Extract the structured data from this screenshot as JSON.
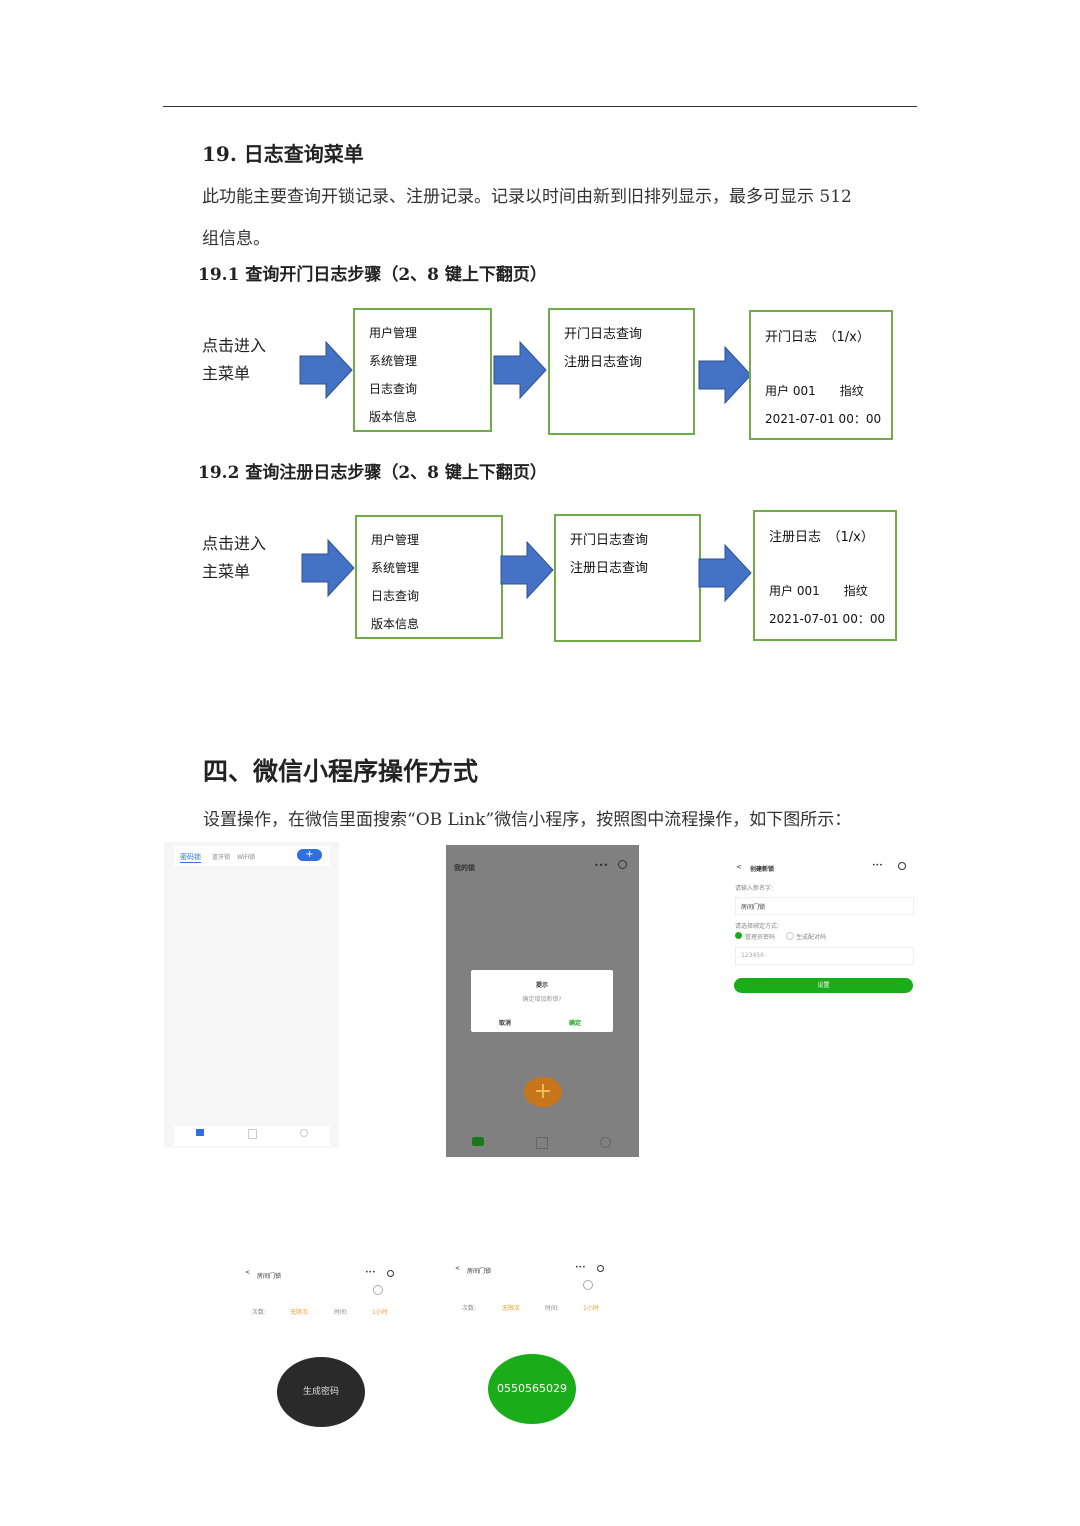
{
  "section19": {
    "title": "19. 日志查询菜单",
    "desc_line1": "此功能主要查询开锁记录、注册记录。记录以时间由新到旧排列显示，最多可显示 512",
    "desc_line2": "组信息。",
    "sub1": {
      "title": "19.1 查询开门日志步骤（2、8 键上下翻页）",
      "start_line1": "点击进入",
      "start_line2": "主菜单",
      "menu": [
        "用户管理",
        "系统管理",
        "日志查询",
        "版本信息"
      ],
      "logs": [
        "开门日志查询",
        "注册日志查询"
      ],
      "result": {
        "title": "开门日志　（1/x）",
        "user": "用户 001　　指纹",
        "time": "2021-07-01 00：00"
      }
    },
    "sub2": {
      "title": "19.2 查询注册日志步骤（2、8 键上下翻页）",
      "start_line1": "点击进入",
      "start_line2": "主菜单",
      "menu": [
        "用户管理",
        "系统管理",
        "日志查询",
        "版本信息"
      ],
      "logs": [
        "开门日志查询",
        "注册日志查询"
      ],
      "result": {
        "title": "注册日志　（1/x）",
        "user": "用户 001　　指纹",
        "time": "2021-07-01 00：00"
      }
    }
  },
  "section4": {
    "title": "四、微信小程序操作方式",
    "desc": "设置操作，在微信里面搜索“OB Link”微信小程序，按照图中流程操作，如下图所示：",
    "screen1": {
      "tabs": [
        "密码锁",
        "蓝牙锁",
        "WiFi锁"
      ],
      "add": "+"
    },
    "screen2": {
      "title": "我的锁",
      "dialog_title": "提示",
      "dialog_msg": "确定增加新锁?",
      "cancel": "取消",
      "ok": "确定",
      "fab": "+"
    },
    "screen3": {
      "title": "创建新锁",
      "name_label": "请输入新名字:",
      "name_value": "房间门锁",
      "bind_label": "请选择绑定方式:",
      "opt1": "管理员密码",
      "opt2": "生成配对码",
      "password": "123456",
      "submit": "设置"
    },
    "screen4": {
      "title": "房间门锁",
      "count_label": "次数:",
      "count_value": "无限次",
      "time_label": "时间:",
      "time_value": "1小时",
      "button": "生成密码"
    },
    "screen5": {
      "title": "房间门锁",
      "count_label": "次数:",
      "count_value": "无限次",
      "time_label": "时间:",
      "time_value": "1小时",
      "code": "0550565029"
    },
    "colors": {
      "box_border": "#70ad47",
      "arrow": "#4472c4",
      "green": "#1aad19",
      "blue": "#2f6fe0",
      "orange": "#e8a030"
    }
  }
}
